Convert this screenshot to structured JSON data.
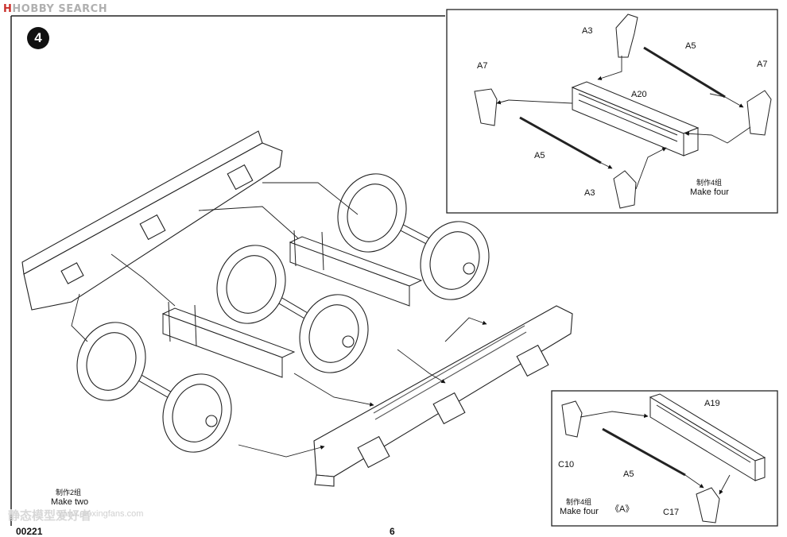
{
  "header": {
    "logo_mark": "H",
    "logo_text": "HOBBY SEARCH"
  },
  "step": {
    "number": "4"
  },
  "inset_top": {
    "labels": {
      "a3_top": "A3",
      "a5_top": "A5",
      "a7_left": "A7",
      "a7_right": "A7",
      "a20": "A20",
      "a5_bottom": "A5",
      "a3_bottom": "A3"
    },
    "note_cn": "制作4组",
    "note_en": "Make four"
  },
  "inset_bottom": {
    "labels": {
      "a19": "A19",
      "c10": "C10",
      "a5": "A5",
      "c17": "C17"
    },
    "note_cn": "制作4组",
    "note_en": "Make four",
    "variant": "《A》"
  },
  "main": {
    "note_cn": "制作2组",
    "note_en": "Make two"
  },
  "footer": {
    "code": "00221",
    "page": "6"
  },
  "watermark": {
    "text": "静态模型爱好者",
    "url": "www.moxingfans.com"
  }
}
